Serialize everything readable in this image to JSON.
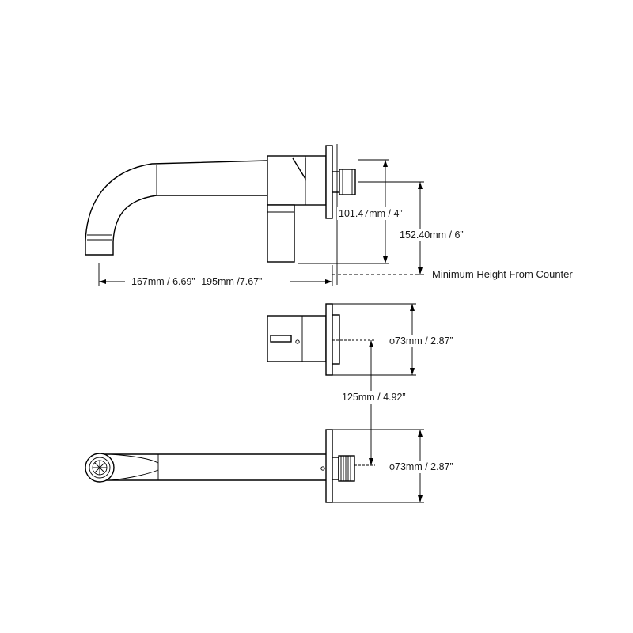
{
  "dimensions": {
    "outlet_height": "101.47mm / 4”",
    "total_height": "152.40mm / 6”",
    "min_height_note": "Minimum Height From Counter",
    "spout_reach": "167mm / 6.69” -195mm /7.67”",
    "handle_plate_diameter": "ϕ73mm / 2.87”",
    "center_spacing": "125mm / 4.92”",
    "spout_plate_diameter": "ϕ73mm / 2.87”"
  },
  "colors": {
    "stroke": "#000000",
    "background": "#ffffff"
  }
}
